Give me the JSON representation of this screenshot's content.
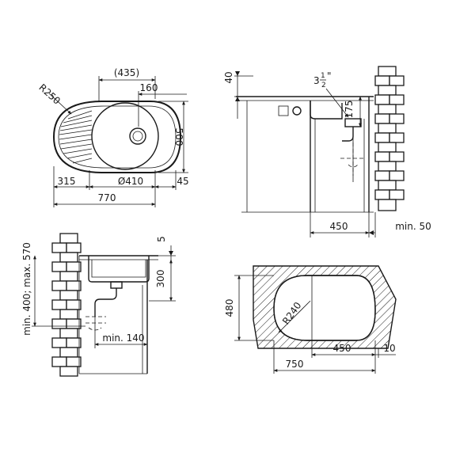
{
  "top_view": {
    "dim_overall_width": "770",
    "dim_bowl_width": "(435)",
    "dim_offset": "160",
    "dim_depth": "500",
    "dim_radius": "R250",
    "dim_drainer": "315",
    "dim_bowl_diameter": "Ø410",
    "dim_edge": "45"
  },
  "side_view": {
    "dim_height": "40",
    "dim_pipe_size": "3",
    "dim_pipe_fraction_num": "1",
    "dim_pipe_fraction_den": "2",
    "dim_pipe_unit": "\"",
    "dim_trap_height": "175",
    "dim_cabinet_width": "450",
    "dim_wall_gap": "min. 50"
  },
  "section_view": {
    "dim_rim": "5",
    "dim_bowl_depth": "300",
    "dim_install_range": "min. 400; max. 570",
    "dim_side_clearance": "min. 140"
  },
  "cutout_view": {
    "dim_cutout_depth": "480",
    "dim_corner_radius": "R240",
    "dim_inner_width": "450",
    "dim_overall_cutout": "750",
    "dim_margin": "10"
  },
  "colors": {
    "line": "#1a1a1a",
    "background": "#ffffff"
  }
}
